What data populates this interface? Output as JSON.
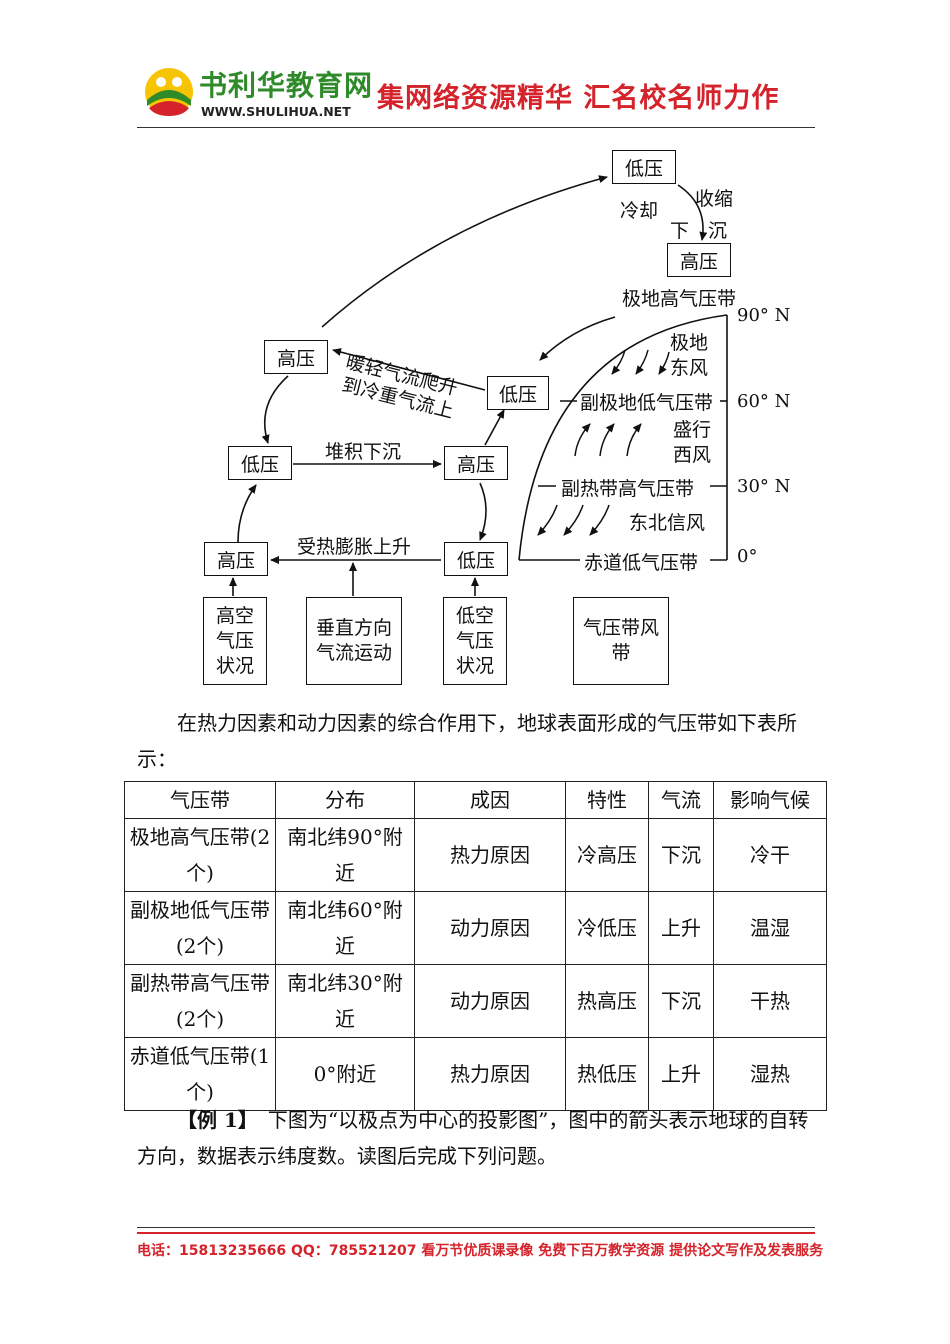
{
  "header": {
    "logo_cn": "书利华教育网",
    "logo_url": "WWW.SHULIHUA.NET",
    "slogan": "集网络资源精华 汇名校名师力作"
  },
  "diagram": {
    "boxes": {
      "low_top": "低压",
      "high_right_top": "高压",
      "high_left_upper": "高压",
      "low_mid_right": "低压",
      "low_left_mid": "低压",
      "high_mid": "高压",
      "high_left_low": "高压",
      "low_lower": "低压"
    },
    "labels": {
      "cool": "冷却",
      "shrink": "收缩",
      "sink1": "下",
      "sink2": "沉",
      "polar_high_belt": "极地高气压带",
      "warm_climb": "暖轻气流爬升",
      "to_cold": "到冷重气流上",
      "accumulate_sink": "堆积下沉",
      "heat_rise": "受热膨胀上升",
      "polar_east1": "极地",
      "polar_east2": "东风",
      "subpolar_low_belt": "副极地低气压带",
      "westerly1": "盛行",
      "westerly2": "西风",
      "subtropical_high_belt": "副热带高气压带",
      "ne_trade": "东北信风",
      "equatorial_low_belt": "赤道低气压带",
      "lat_90": "90° N",
      "lat_60": "60° N",
      "lat_30": "30° N",
      "lat_0": "0°"
    },
    "bottom_boxes": {
      "high_alt": "高空气压状况",
      "vertical": "垂直方向气流运动",
      "low_alt": "低空气压状况",
      "belts": "气压带风带"
    }
  },
  "intro": "在热力因素和动力因素的综合作用下，地球表面形成的气压带如下表所示：",
  "table": {
    "headers": [
      "气压带",
      "分布",
      "成因",
      "特性",
      "气流",
      "影响气候"
    ],
    "rows": [
      [
        "极地高气压带(2个)",
        "南北纬90°附近",
        "热力原因",
        "冷高压",
        "下沉",
        "冷干"
      ],
      [
        "副极地低气压带(2个)",
        "南北纬60°附近",
        "动力原因",
        "冷低压",
        "上升",
        "温湿"
      ],
      [
        "副热带高气压带(2个)",
        "南北纬30°附近",
        "动力原因",
        "热高压",
        "下沉",
        "干热"
      ],
      [
        "赤道低气压带(1个)",
        "0°附近",
        "热力原因",
        "热低压",
        "上升",
        "湿热"
      ]
    ]
  },
  "example": {
    "tag": "【例 1】",
    "text": "　下图为“以极点为中心的投影图”，图中的箭头表示地球的自转方向，数据表示纬度数。读图后完成下列问题。"
  },
  "footer": "电话：15813235666 QQ：785521207 看万节优质课录像 免费下百万教学资源 提供论文写作及发表服务"
}
